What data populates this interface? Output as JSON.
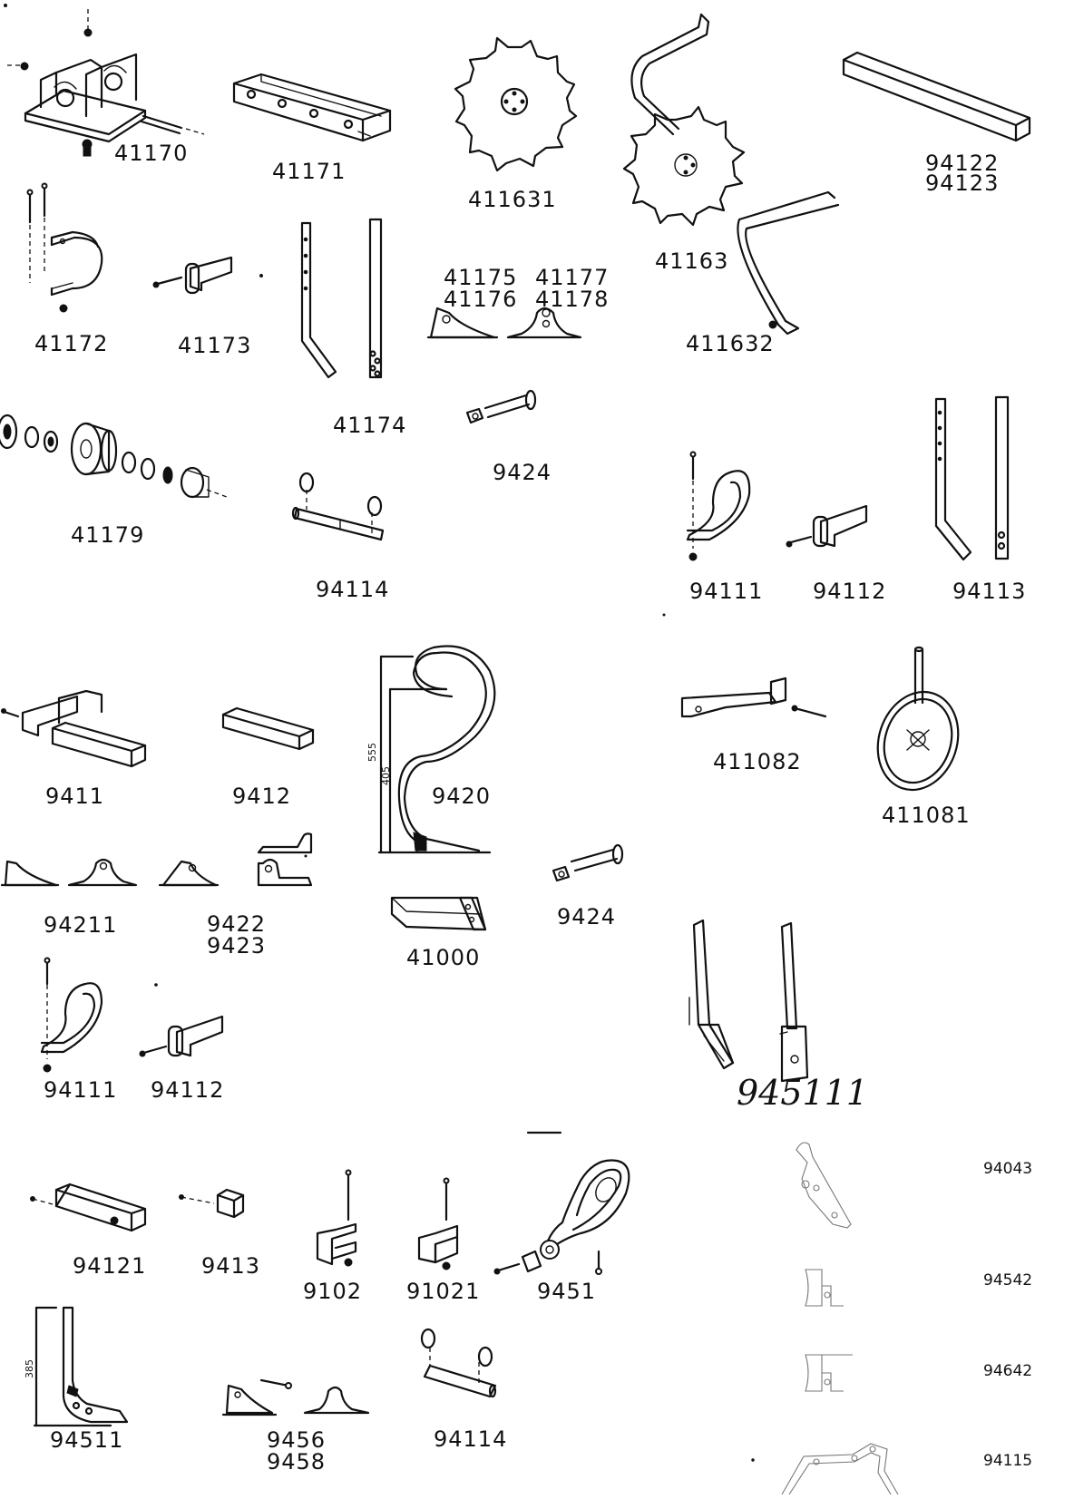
{
  "parts": {
    "p41170": "41170",
    "p41171": "41171",
    "p411631": "411631",
    "p41163": "41163",
    "p94122": "94122",
    "p94123": "94123",
    "p41172": "41172",
    "p41173": "41173",
    "p41174": "41174",
    "p41175": "41175",
    "p41176": "41176",
    "p41177": "41177",
    "p41178": "41178",
    "p411632": "411632",
    "p41179": "41179",
    "p9424a": "9424",
    "p94114a": "94114",
    "p94111a": "94111",
    "p94112a": "94112",
    "p94113": "94113",
    "p9411": "9411",
    "p9412": "9412",
    "p9420": "9420",
    "p411082": "411082",
    "p411081": "411081",
    "p94211": "94211",
    "p9422": "9422",
    "p9423": "9423",
    "p41000": "41000",
    "p9424b": "9424",
    "p94111b": "94111",
    "p94112b": "94112",
    "p945111": "945111",
    "p94121": "94121",
    "p9413": "9413",
    "p9102": "9102",
    "p91021": "91021",
    "p9451": "9451",
    "p94511": "94511",
    "p9456": "9456",
    "p9458": "9458",
    "p94114b": "94114",
    "p94043": "94043",
    "p94542": "94542",
    "p94642": "94642",
    "p94115": "94115"
  },
  "dimensions": {
    "d555": "555",
    "d405": "405",
    "d385": "385"
  }
}
